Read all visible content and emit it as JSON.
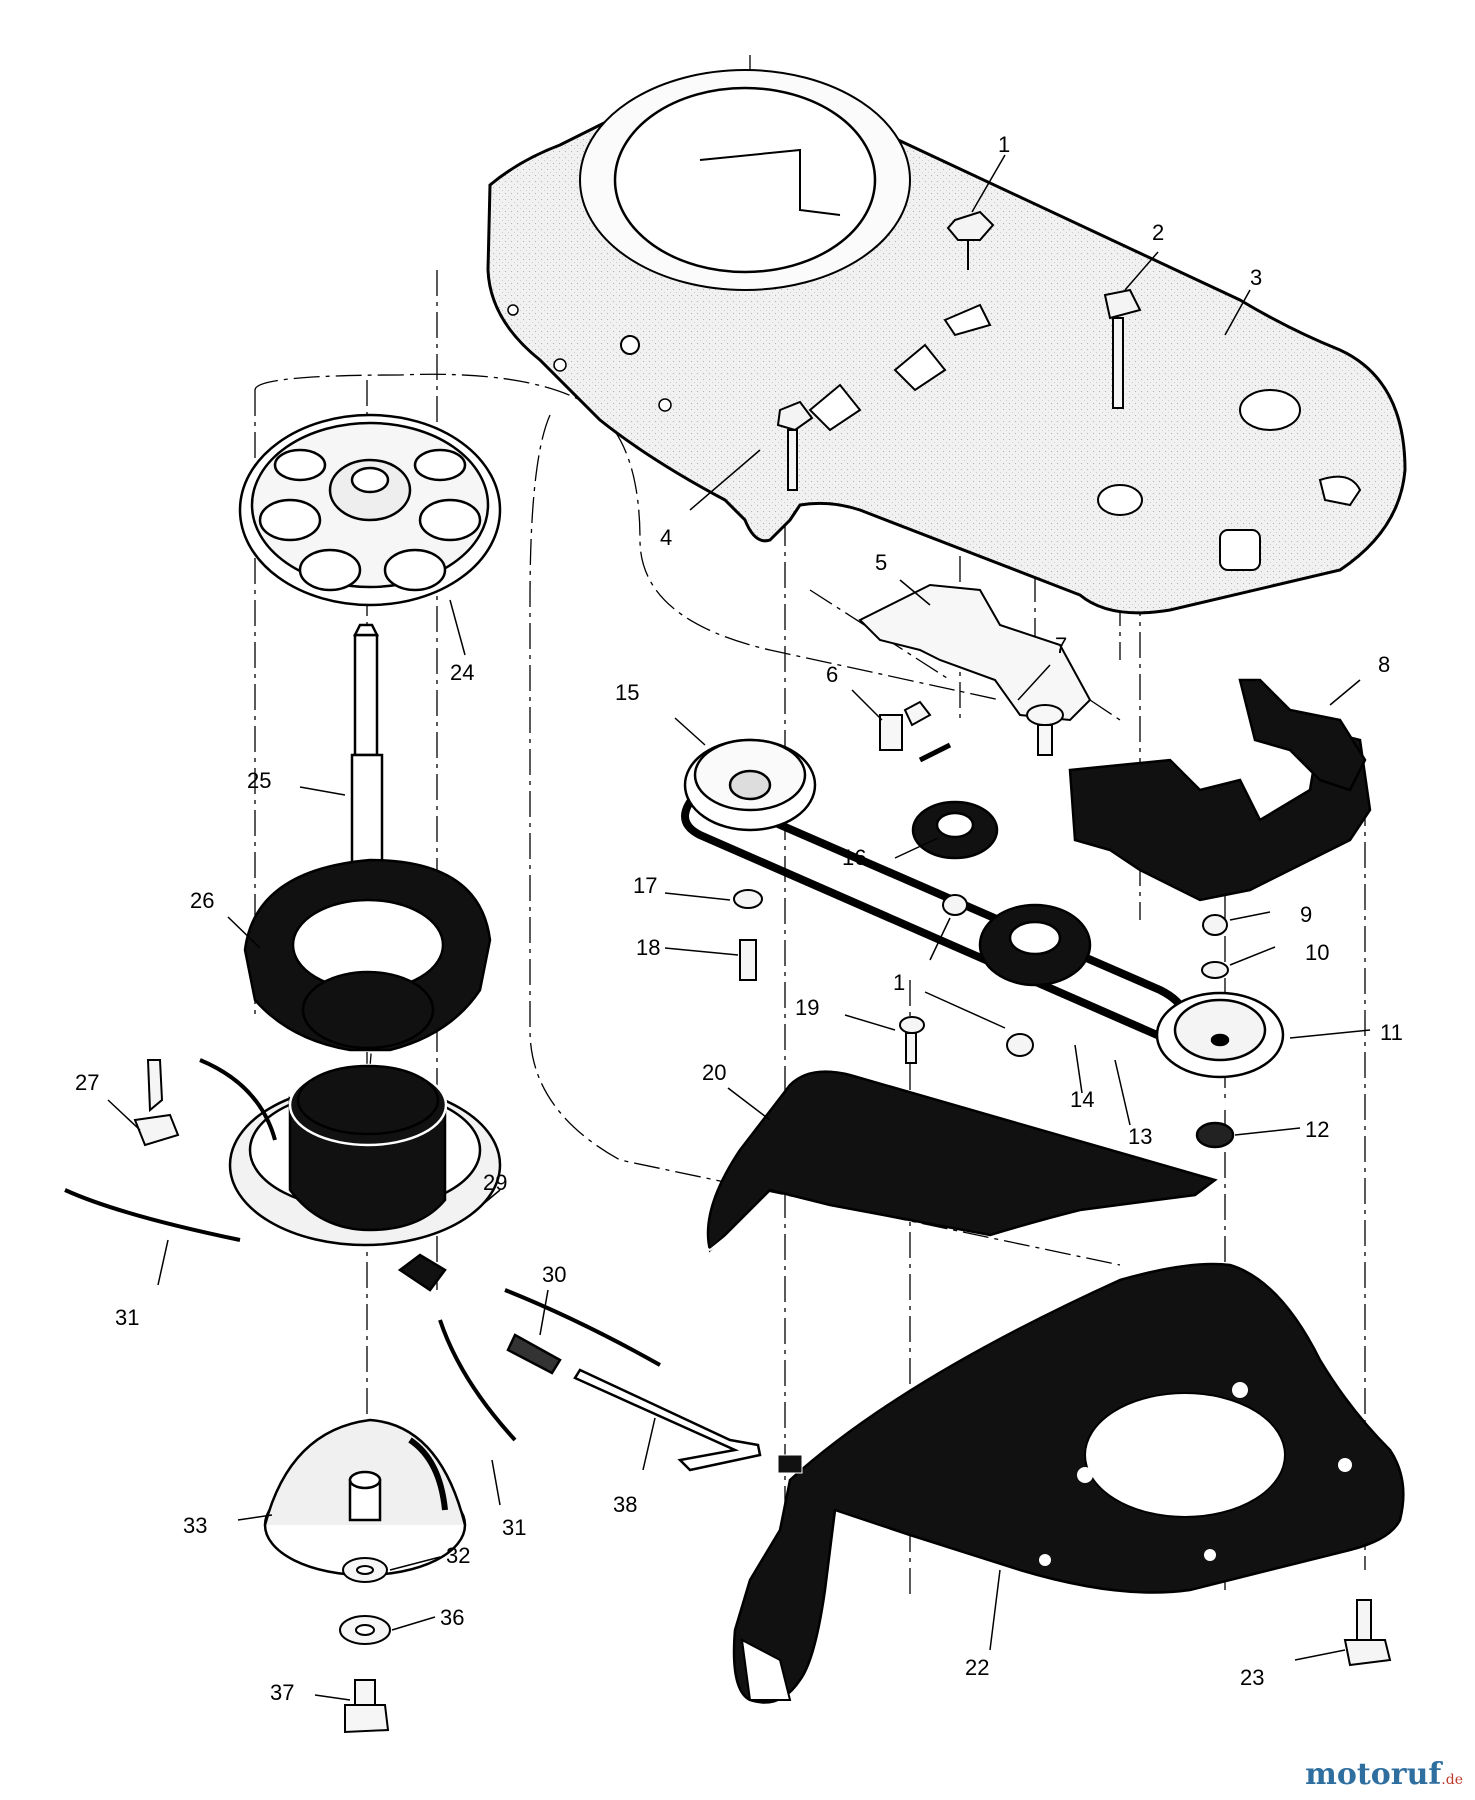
{
  "diagram": {
    "callouts": [
      "1",
      "2",
      "3",
      "4",
      "5",
      "6",
      "7",
      "8",
      "9",
      "10",
      "11",
      "12",
      "13",
      "14",
      "15",
      "16",
      "17",
      "18",
      "19",
      "20",
      "22",
      "23",
      "24",
      "25",
      "26",
      "27",
      "29",
      "30",
      "31",
      "32",
      "33",
      "36",
      "37",
      "38"
    ],
    "callouts_repeat": {
      "c1b": "1",
      "c31b": "31"
    },
    "colors": {
      "line": "#000000",
      "housing_fill": "#eeeeee",
      "dark_part": "#111111",
      "light_part": "#e6e6e6"
    }
  },
  "watermark": {
    "brand": "motoruf",
    "suffix": ".de",
    "brand_color": "#2f6fa0",
    "suffix_color": "#c0392b"
  }
}
